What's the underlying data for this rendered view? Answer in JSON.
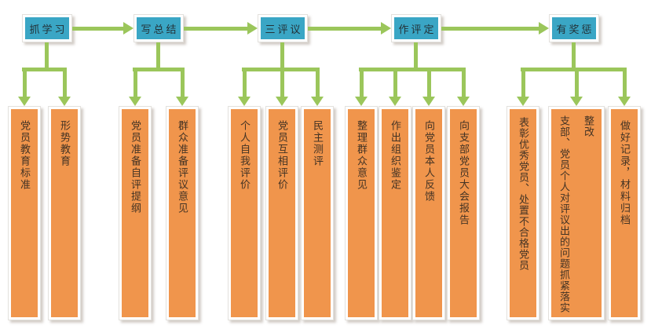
{
  "diagram": {
    "title": "party-member-review-process-flowchart",
    "colors": {
      "stage_fill": "#3aa6c5",
      "item_fill": "#f0954c",
      "connector_green": "#9bc65b",
      "frame_white": "#ffffff",
      "text_dark": "#433324"
    },
    "stages": [
      {
        "label": "抓学习",
        "items": [
          "党员教育标准",
          "形势教育"
        ]
      },
      {
        "label": "写总结",
        "items": [
          "党员准备自评提纲",
          "群众准备评议意见"
        ]
      },
      {
        "label": "三评议",
        "items": [
          "个人自我评价",
          "党员互相评价",
          "民主测评"
        ]
      },
      {
        "label": "作评定",
        "items": [
          "整理群众意见",
          "作出组织鉴定",
          "向党员本人反馈",
          "向支部党员大会报告"
        ]
      },
      {
        "label": "有奖惩",
        "items": [
          "表彰优秀党员、处置不合格党员",
          "支部、党员个人对评议出的问题抓紧落实整改",
          "做好记录，材料归档"
        ]
      }
    ]
  }
}
